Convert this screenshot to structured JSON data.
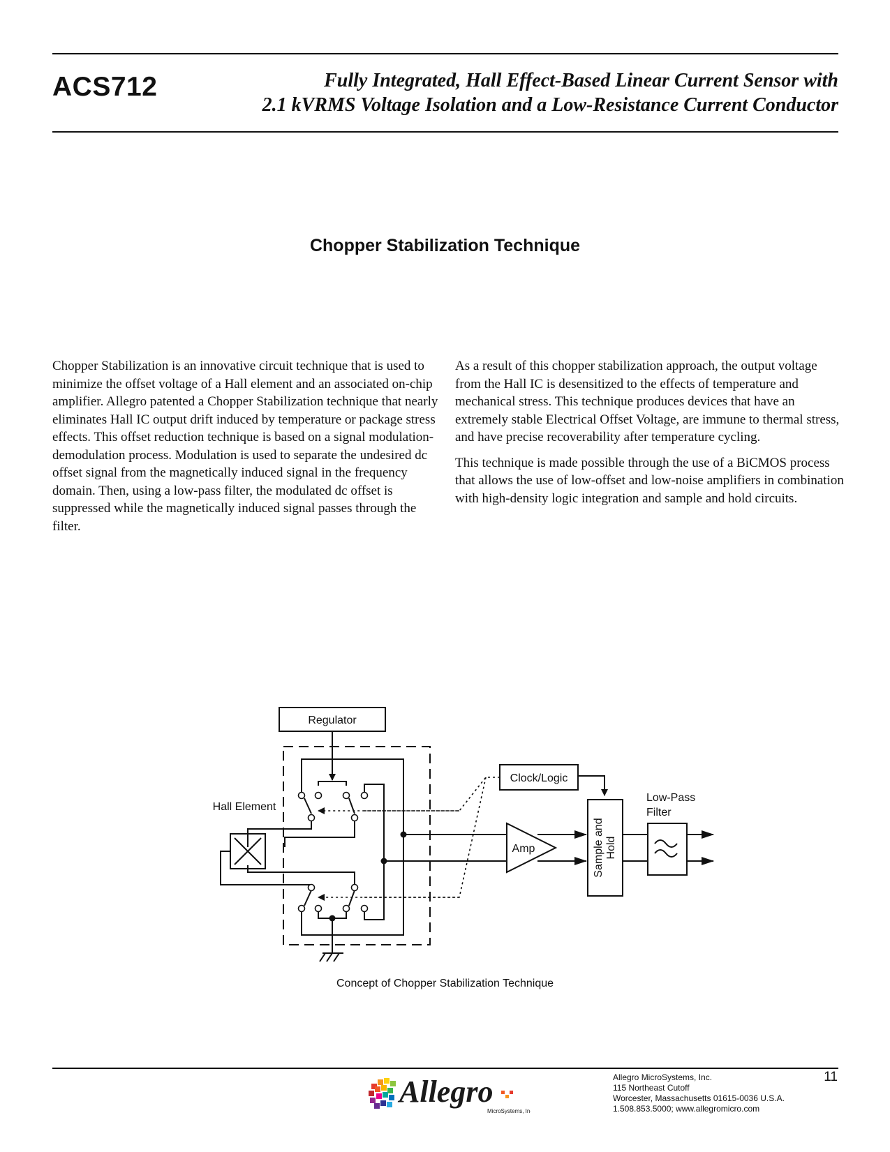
{
  "header": {
    "part_number": "ACS712",
    "title_line1": "Fully Integrated, Hall Effect-Based Linear Current Sensor with",
    "title_line2": "2.1 kVRMS Voltage Isolation and a Low-Resistance Current Conductor"
  },
  "section": {
    "title": "Chopper Stabilization Technique"
  },
  "body": {
    "left_paragraph": "Chopper Stabilization is an innovative circuit technique that is used to minimize the offset voltage of a Hall element and an associated on-chip amplifier.  Allegro patented a Chopper Stabilization technique that nearly eliminates Hall IC output drift induced by temperature or package stress effects. This offset reduction technique is based on a signal modulation-demodulation process. Modulation is used to separate the undesired dc offset signal from the magnetically induced signal in the frequency domain.  Then, using a low-pass filter, the modulated dc offset is suppressed while the magnetically induced signal passes through the filter.",
    "right_paragraph_1": "As a result of this chopper stabilization approach, the output voltage from the Hall IC is desensitized to the effects of temperature and mechanical stress. This technique produces devices that have an extremely stable Electrical Offset Voltage, are immune to thermal stress, and have precise recoverability after temperature cycling.",
    "right_paragraph_2": "This technique is made possible through the use of a BiCMOS process that allows the use of low-offset and low-noise amplifiers in combination with high-density logic integration and sample and hold circuits."
  },
  "diagram": {
    "regulator": "Regulator",
    "clock_logic": "Clock/Logic",
    "hall_element": "Hall Element",
    "amp": "Amp",
    "sample_hold_line1": "Sample and",
    "sample_hold_line2": "Hold",
    "low_pass_line1": "Low-Pass",
    "low_pass_line2": "Filter",
    "caption": "Concept of Chopper Stabilization Technique"
  },
  "footer": {
    "logo_text": "Allegro",
    "logo_subtext": "MicroSystems, Inc.",
    "address_line1": "Allegro MicroSystems, Inc.",
    "address_line2": "115 Northeast Cutoff",
    "address_line3": "Worcester, Massachusetts 01615-0036 U.S.A.",
    "address_line4": "1.508.853.5000; www.allegromicro.com",
    "page_number": "11"
  }
}
